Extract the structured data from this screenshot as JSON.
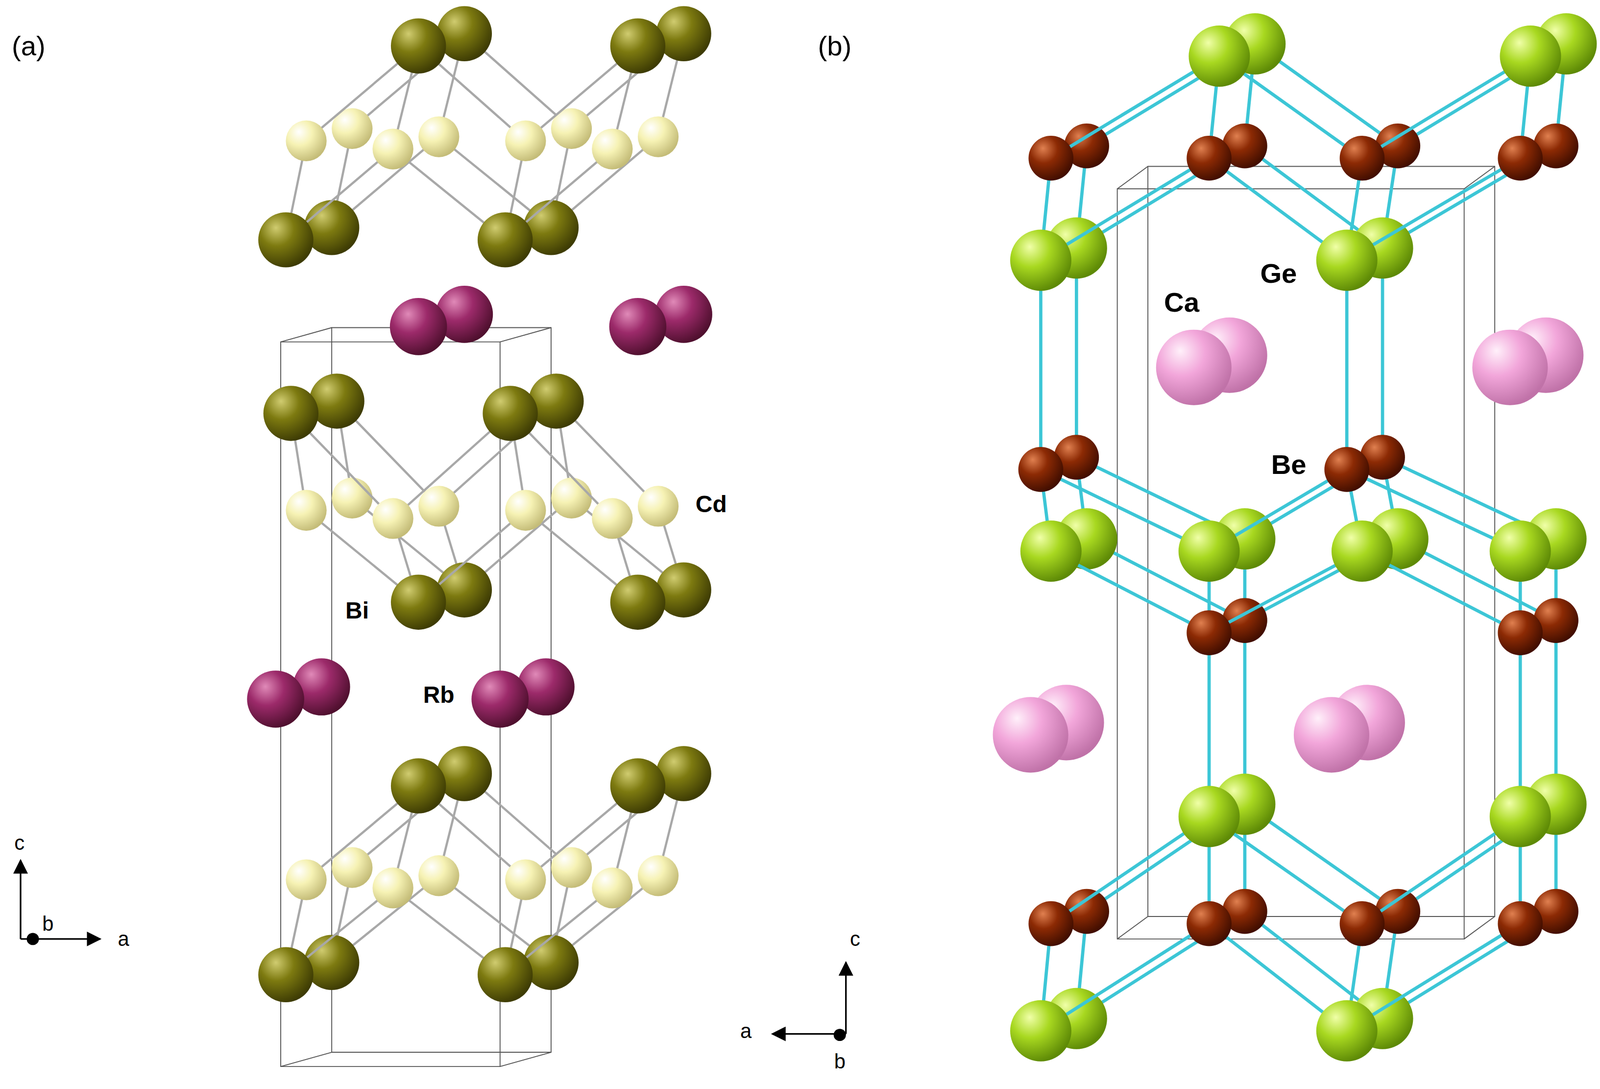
{
  "diagram": {
    "labels": [
      "(a)",
      "(b)",
      "Cd",
      "Bi",
      "Rb",
      "Ca",
      "Ge",
      "Be",
      "c",
      "b",
      "a",
      "c",
      "a",
      "b"
    ]
  }
}
